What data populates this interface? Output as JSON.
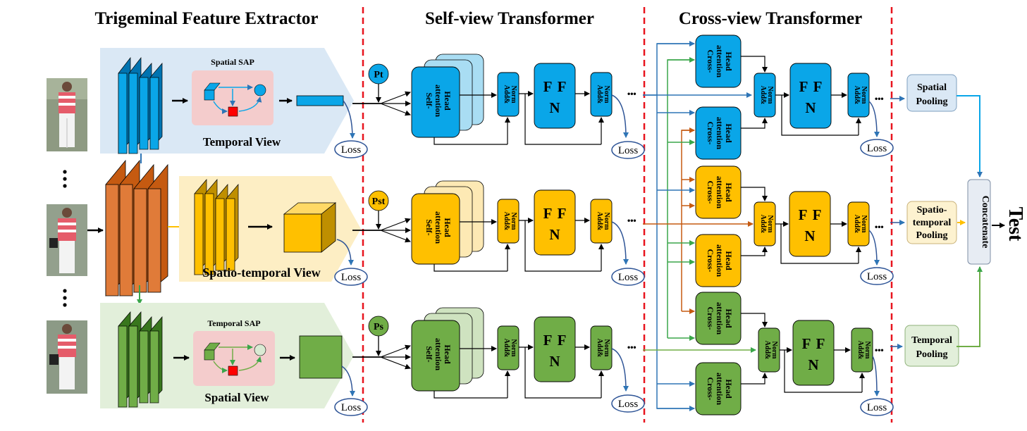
{
  "headers": {
    "extractor": "Trigeminal Feature Extractor",
    "self_view": "Self-view Transformer",
    "cross_view": "Cross-view Transformer"
  },
  "extractor": {
    "temporal_sap": "Spatial SAP",
    "temporal_view": "Temporal View",
    "spatiotemporal_view": "Spatio-temporal View",
    "spatial_sap": "Temporal SAP",
    "spatial_view": "Spatial View"
  },
  "tokens": {
    "pt": "Pt",
    "pst": "Pst",
    "ps": "Ps"
  },
  "labels": {
    "loss": "Loss",
    "self_attention": [
      "Self-",
      "attention",
      "Head"
    ],
    "cross_attention": [
      "Cross-",
      "attention",
      "Head"
    ],
    "add_norm": [
      "Add&",
      "Norm"
    ],
    "ffn": [
      "F",
      "F",
      "N"
    ],
    "ellipsis": "•••"
  },
  "pooling": {
    "spatial": [
      "Spatial",
      "Pooling"
    ],
    "spatiotemporal": [
      "Spatio-",
      "temporal",
      "Pooling"
    ],
    "temporal": [
      "Temporal",
      "Pooling"
    ]
  },
  "concatenate": "Concatenate",
  "test": "Test",
  "colors": {
    "blue": "#0aa6e8",
    "blue_light": "#a9ddf3",
    "orange": "#ffc000",
    "orange_light": "#fde9b4",
    "green": "#70ad47",
    "green_light": "#cfe3c0",
    "extractor_orange": "#e07b39",
    "divider": "#e8141e",
    "loss_ring": "#2f5597"
  }
}
